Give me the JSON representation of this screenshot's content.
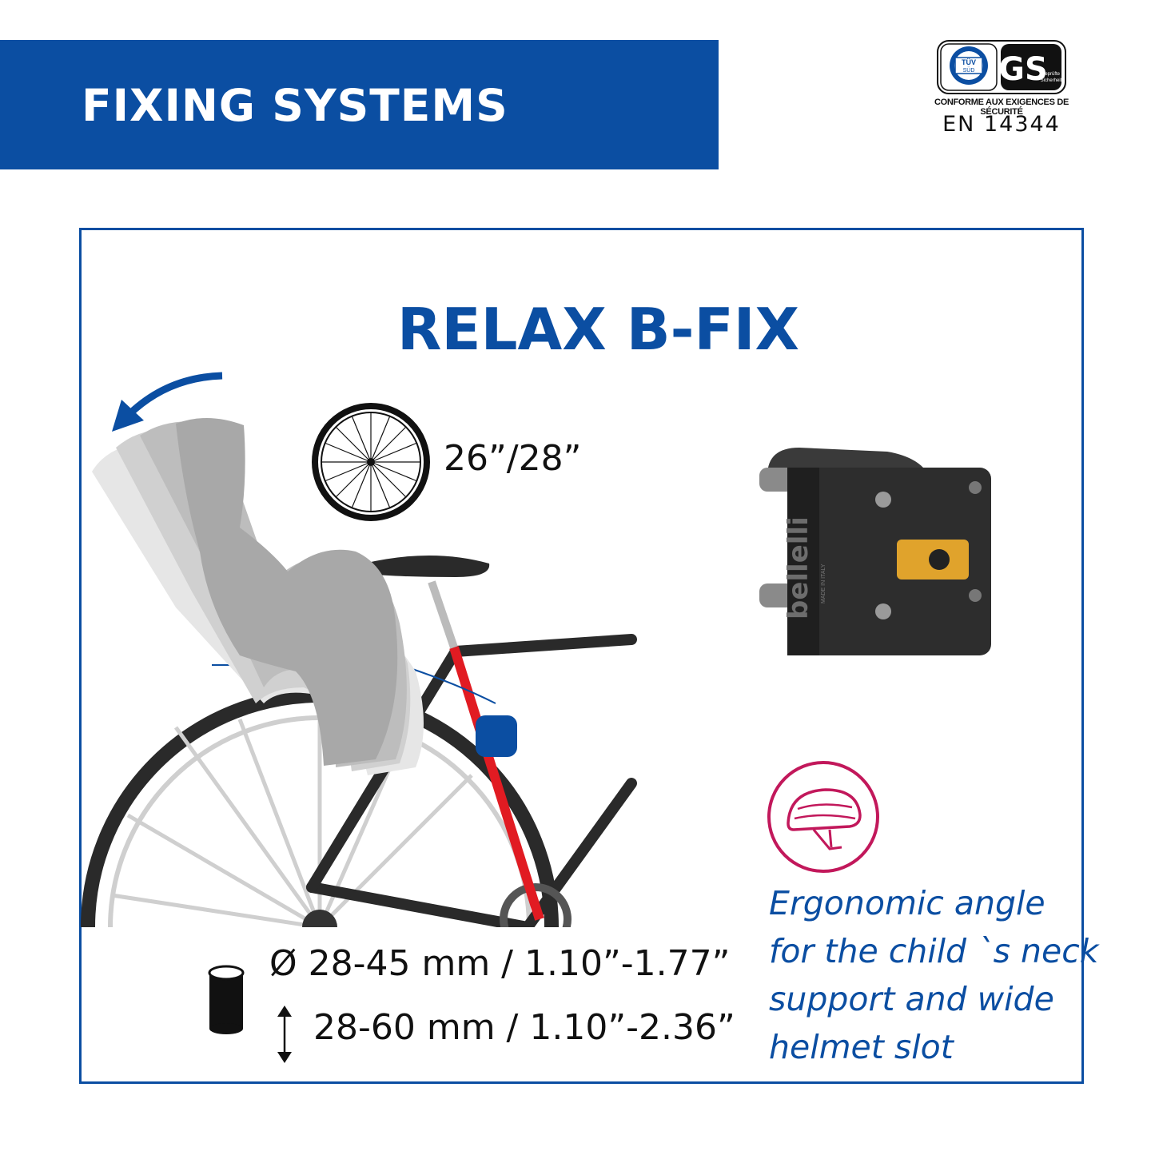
{
  "header": {
    "title": "FIXING SYSTEMS"
  },
  "certification": {
    "tuv_label": "TÜV",
    "tuv_sub": "SÜD",
    "gs_label": "GS",
    "gs_sub_1": "geprüfte",
    "gs_sub_2": "Sicherheit",
    "conformity": "CONFORME AUX EXIGENCES DE SÉCURITÉ",
    "standard": "EN 14344"
  },
  "product": {
    "title": "RELAX B-FIX"
  },
  "wheel": {
    "size": "26”/28”"
  },
  "clamp": {
    "brand": "bellelli",
    "origin": "MADE IN ITALY"
  },
  "specs": {
    "diameter": "Ø 28-45 mm / 1.10”-1.77”",
    "height": "28-60 mm / 1.10”-2.36”"
  },
  "feature": {
    "lines": [
      "Ergonomic angle",
      "for the child `s neck",
      "support and wide",
      "helmet slot"
    ]
  },
  "colors": {
    "brand_blue": "#0b4ea2",
    "accent_red": "#e11b22",
    "helmet_magenta": "#c2185b",
    "seat_grey": "#a8a8a8"
  },
  "icons": [
    "tuv-sud-logo",
    "gs-logo",
    "rotate-arrow-icon",
    "bicycle-wheel-icon",
    "helmet-icon",
    "tube-icon",
    "height-arrow-icon"
  ]
}
